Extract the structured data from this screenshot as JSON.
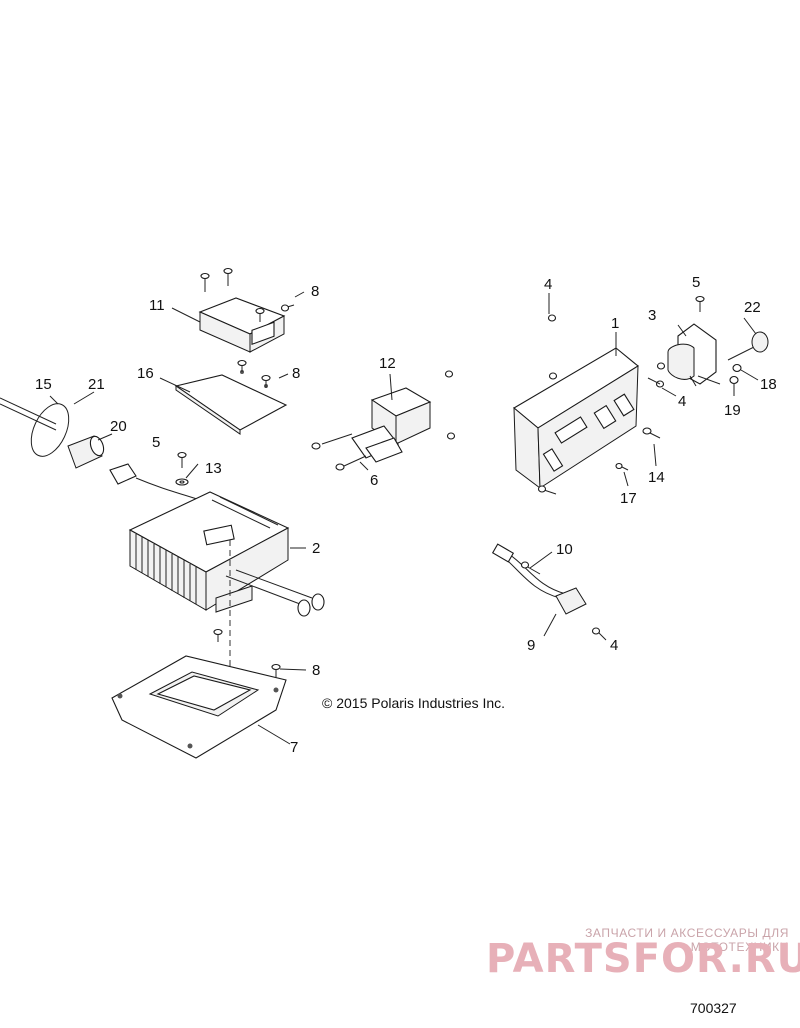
{
  "copyright": "© 2015 Polaris Industries Inc.",
  "figure_number": "700327",
  "watermark": {
    "tagline": "ЗАПЧАСТИ И АКСЕССУАРЫ ДЛЯ МОТОТЕХНИКИ",
    "logo": "PARTSFOR.RU"
  },
  "callouts": {
    "c1": "1",
    "c2": "2",
    "c3": "3",
    "c4a": "4",
    "c4b": "4",
    "c4c": "4",
    "c5a": "5",
    "c5b": "5",
    "c6": "6",
    "c7": "7",
    "c8a": "8",
    "c8b": "8",
    "c8c": "8",
    "c9": "9",
    "c10": "10",
    "c11": "11",
    "c12": "12",
    "c13": "13",
    "c14": "14",
    "c15": "15",
    "c16": "16",
    "c17": "17",
    "c18": "18",
    "c19": "19",
    "c20": "20",
    "c21": "21",
    "c22": "22"
  },
  "colors": {
    "line": "#1a1a1a",
    "watermark": "#e7b0b8"
  }
}
